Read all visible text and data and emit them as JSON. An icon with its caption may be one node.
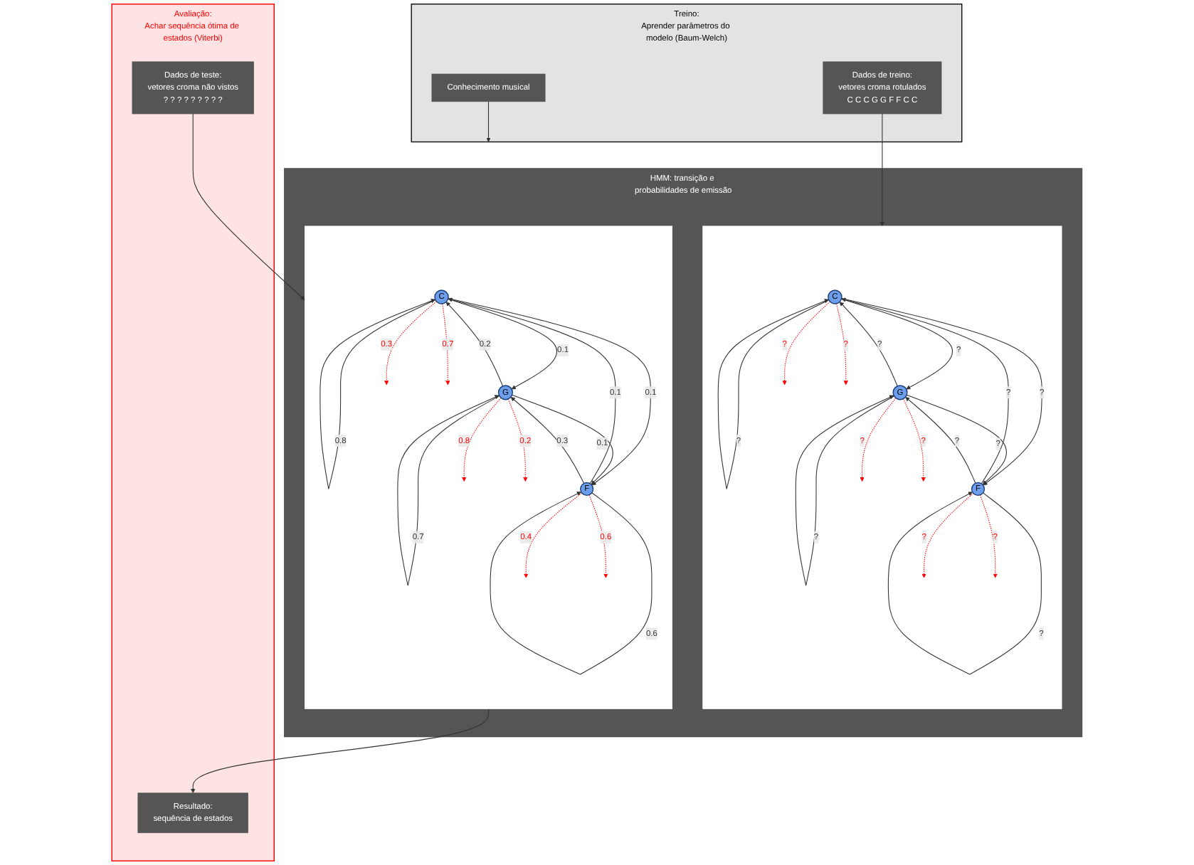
{
  "diagram": {
    "nodes": [
      {
        "text": [
          "Treino:",
          "Aprender parâmetros do modelo (Baum-Welch)"
        ]
      },
      {
        "text": [
          "Dados de treino:",
          "vetores croma rotulados",
          "C C C G G F F C C"
        ],
        "in": 0
      },
      {
        "text": [
          "Conhecimento musical"
        ],
        "in": 0
      },
      {
        "text": [
          "HMM: transição e probabilidades de emissão"
        ]
      },
      {
        "text": [],
        "shape": "box",
        "in": 3
      },
      {
        "text": [
          "C"
        ],
        "in": 4
      },
      {
        "text": [
          "G"
        ],
        "in": 4
      },
      {
        "text": [
          "F"
        ],
        "in": 4
      },
      {
        "text": [],
        "shape": "box",
        "in": 3
      },
      {
        "text": [
          "C"
        ],
        "in": 8
      },
      {
        "text": [
          "G"
        ],
        "in": 8
      },
      {
        "text": [
          "F"
        ],
        "in": 8
      },
      {
        "text": [
          "Avaliação:",
          "Achar sequência ótima de estados (Viterbi)"
        ]
      },
      {
        "text": [
          "Dados de teste:",
          "vetores croma não vistos",
          "? ? ? ? ? ? ? ? ?"
        ],
        "in": 12
      },
      {
        "text": [
          "Resultado:",
          "sequência de estados"
        ],
        "in": 12
      }
    ],
    "edges": [
      {
        "from": 1,
        "to": 4,
        "arrow": "to"
      },
      {
        "from": 2,
        "to": 3,
        "arrow": "to"
      },
      {
        "from": 5,
        "to": 5,
        "arrow": "to",
        "label": "?"
      },
      {
        "from": 6,
        "to": 5,
        "arrow": "to",
        "label": "?"
      },
      {
        "from": 5,
        "to": 6,
        "arrow": "to",
        "label": "?"
      },
      {
        "from": 5,
        "to": 7,
        "arrow": "to",
        "label": "?"
      },
      {
        "from": 7,
        "to": 5,
        "arrow": "to",
        "label": "?"
      },
      {
        "from": 6,
        "to": 7,
        "arrow": "to",
        "label": "?"
      },
      {
        "from": 7,
        "to": 6,
        "arrow": "to",
        "label": "?"
      },
      {
        "from": 6,
        "to": 6,
        "arrow": "to",
        "label": "?"
      },
      {
        "from": 7,
        "to": 7,
        "arrow": "to",
        "label": "?"
      },
      {
        "from": 6,
        "to": null,
        "arrow": "to",
        "label": "?",
        "style": "dashed",
        "color": "#ff0000"
      },
      {
        "from": 6,
        "to": null,
        "arrow": "to",
        "label": "?",
        "style": "dashed",
        "color": "#ff0000"
      },
      {
        "from": 5,
        "to": null,
        "arrow": "to",
        "label": "?",
        "style": "dashed",
        "color": "#ff0000"
      },
      {
        "from": 5,
        "to": null,
        "arrow": "to",
        "label": "?",
        "style": "dashed",
        "color": "#ff0000"
      },
      {
        "from": 7,
        "to": null,
        "arrow": "to",
        "label": "?",
        "style": "dashed",
        "color": "#ff0000"
      },
      {
        "from": 7,
        "to": null,
        "arrow": "to",
        "label": "?",
        "style": "dashed",
        "color": "#ff0000"
      },
      {
        "from": 9,
        "to": 9,
        "arrow": "to",
        "label": "0.8"
      },
      {
        "from": 10,
        "to": 9,
        "arrow": "to",
        "label": "0.2"
      },
      {
        "from": 9,
        "to": 10,
        "arrow": "to",
        "label": "0.1"
      },
      {
        "from": 9,
        "to": 11,
        "arrow": "to",
        "label": "0.1"
      },
      {
        "from": 11,
        "to": 9,
        "arrow": "to",
        "label": "0.1"
      },
      {
        "from": 10,
        "to": 11,
        "arrow": "to",
        "label": "0.1"
      },
      {
        "from": 11,
        "to": 10,
        "arrow": "to",
        "label": "0.3"
      },
      {
        "from": 10,
        "to": 10,
        "arrow": "to",
        "label": "0.7"
      },
      {
        "from": 11,
        "to": 11,
        "arrow": "to",
        "label": "0.6"
      },
      {
        "from": 10,
        "to": null,
        "arrow": "to",
        "label": "0.8",
        "style": "dashed",
        "color": "#ff0000"
      },
      {
        "from": 10,
        "to": null,
        "arrow": "to",
        "label": "0.2",
        "style": "dashed",
        "color": "#ff0000"
      },
      {
        "from": 9,
        "to": null,
        "arrow": "to",
        "label": "0.3",
        "style": "dashed",
        "color": "#ff0000"
      },
      {
        "from": 9,
        "to": null,
        "arrow": "to",
        "label": "0.7",
        "style": "dashed",
        "color": "#ff0000"
      },
      {
        "from": 11,
        "to": null,
        "arrow": "to",
        "label": "0.4",
        "style": "dashed",
        "color": "#ff0000"
      },
      {
        "from": 11,
        "to": null,
        "arrow": "to",
        "label": "0.6",
        "style": "dashed",
        "color": "#ff0000"
      },
      {
        "from": 13,
        "to": 8,
        "arrow": "to"
      },
      {
        "from": 8,
        "to": 14,
        "arrow": "to"
      }
    ]
  }
}
